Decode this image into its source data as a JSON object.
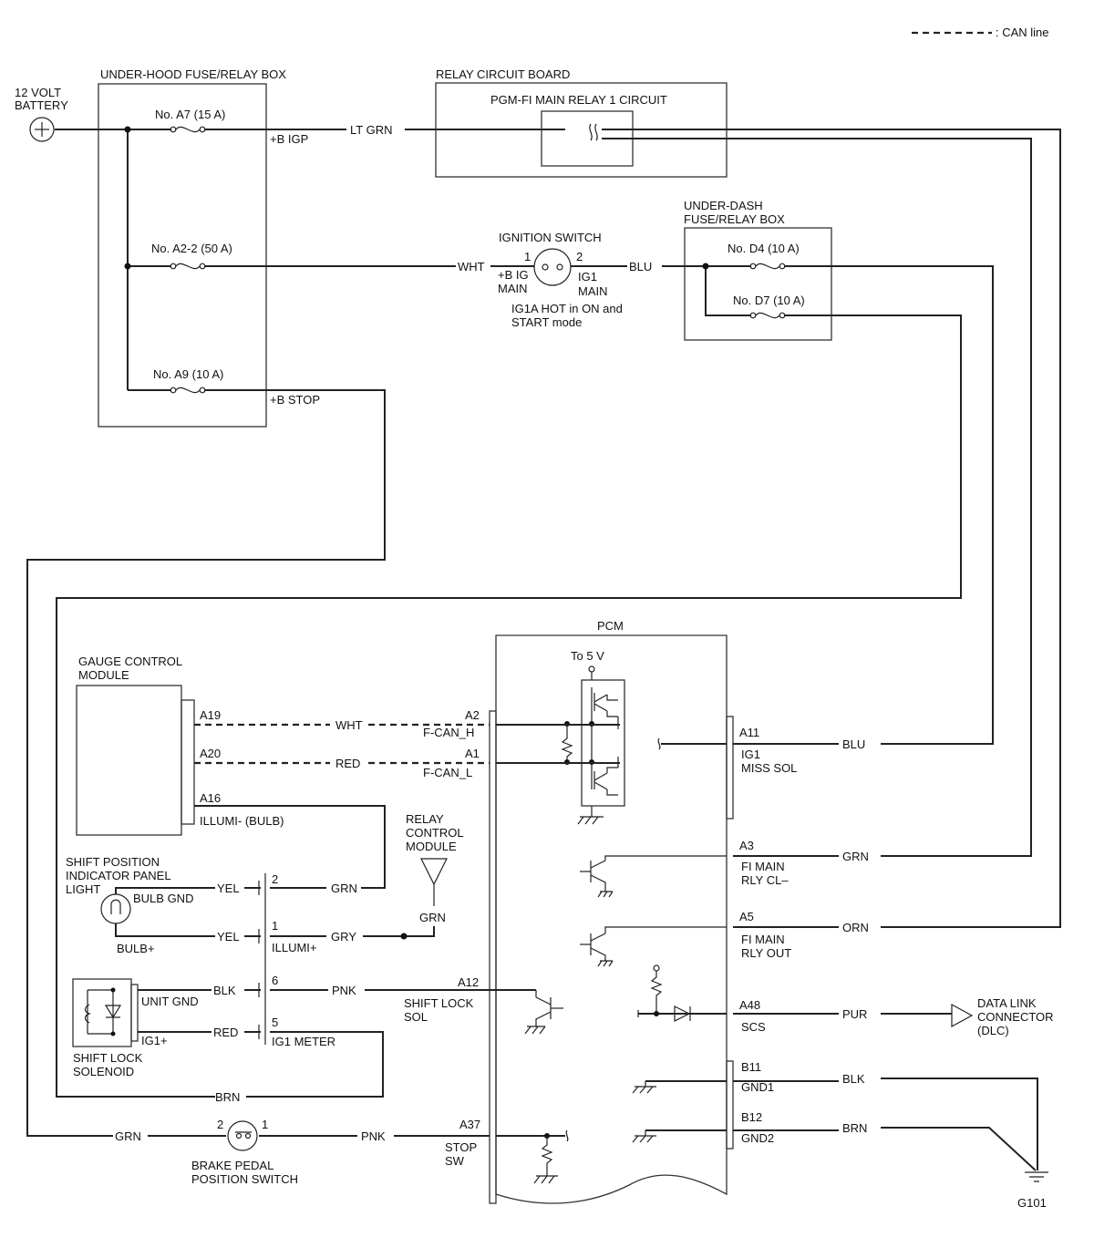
{
  "legend": {
    "can_line": ": CAN line"
  },
  "battery": {
    "line1": "12 VOLT",
    "line2": "BATTERY"
  },
  "under_hood_box": {
    "title": "UNDER-HOOD FUSE/RELAY BOX",
    "fuse_a7": "No. A7 (15 A)",
    "fuse_a2_2": "No. A2-2 (50 A)",
    "fuse_a9": "No. A9 (10 A)",
    "b_igp": "+B IGP",
    "b_stop": "+B STOP"
  },
  "relay_board": {
    "title": "RELAY CIRCUIT BOARD",
    "circuit": "PGM-FI MAIN RELAY 1 CIRCUIT"
  },
  "ignition_switch": {
    "title": "IGNITION SWITCH",
    "pin1": "1",
    "pin2": "2",
    "b_ig_1": "+B IG",
    "b_ig_2": "MAIN",
    "ig1_1": "IG1",
    "ig1_2": "MAIN",
    "note1": "IG1A HOT in ON and",
    "note2": "START mode"
  },
  "under_dash_box": {
    "title1": "UNDER-DASH",
    "title2": "FUSE/RELAY BOX",
    "fuse_d4": "No. D4 (10 A)",
    "fuse_d7": "No. D7 (10 A)"
  },
  "wires": {
    "lt_grn": "LT GRN",
    "wht_ign": "WHT",
    "blu_ign": "BLU",
    "wht_can": "WHT",
    "red_can": "RED",
    "yel_bulb_gnd": "YEL",
    "grn_pin2": "GRN",
    "yel_bulb_plus": "YEL",
    "gry_pin1": "GRY",
    "grn_relay": "GRN",
    "blk_pin6": "BLK",
    "pnk_pin6": "PNK",
    "red_pin5": "RED",
    "brn_return": "BRN",
    "grn_brake": "GRN",
    "pnk_brake": "PNK",
    "blu_pcm": "BLU",
    "grn_pcm": "GRN",
    "orn_pcm": "ORN",
    "pur_pcm": "PUR",
    "blk_pcm": "BLK",
    "brn_pcm": "BRN"
  },
  "pcm": {
    "title": "PCM",
    "to_5v": "To 5 V",
    "a2": "A2",
    "f_can_h": "F-CAN_H",
    "a1": "A1",
    "f_can_l": "F-CAN_L",
    "a12": "A12",
    "shift_lock_sol_1": "SHIFT LOCK",
    "shift_lock_sol_2": "SOL",
    "a37": "A37",
    "stop_sw_1": "STOP",
    "stop_sw_2": "SW",
    "a11": "A11",
    "ig1_miss_1": "IG1",
    "ig1_miss_2": "MISS SOL",
    "a3": "A3",
    "fi_cl_1": "FI MAIN",
    "fi_cl_2": "RLY CL–",
    "a5": "A5",
    "fi_out_1": "FI MAIN",
    "fi_out_2": "RLY OUT",
    "a48": "A48",
    "scs": "SCS",
    "b11": "B11",
    "gnd1": "GND1",
    "b12": "B12",
    "gnd2": "GND2"
  },
  "gauge": {
    "title1": "GAUGE CONTROL",
    "title2": "MODULE",
    "a19": "A19",
    "a20": "A20",
    "a16": "A16",
    "illumi_bulb": "ILLUMI- (BULB)"
  },
  "shift_indicator": {
    "title1": "SHIFT POSITION",
    "title2": "INDICATOR PANEL",
    "title3": "LIGHT",
    "bulb_gnd": "BULB GND",
    "bulb_plus": "BULB+"
  },
  "connector": {
    "pin2": "2",
    "pin1": "1",
    "illumi_plus": "ILLUMI+",
    "pin6": "6",
    "pin5": "5",
    "ig1_meter": "IG1 METER"
  },
  "relay_control": {
    "line1": "RELAY",
    "line2": "CONTROL",
    "line3": "MODULE"
  },
  "shift_lock_solenoid": {
    "unit_gnd": "UNIT GND",
    "ig1_plus": "IG1+",
    "title1": "SHIFT LOCK",
    "title2": "SOLENOID"
  },
  "brake_switch": {
    "pin2": "2",
    "pin1": "1",
    "title1": "BRAKE PEDAL",
    "title2": "POSITION SWITCH"
  },
  "dlc": {
    "line1": "DATA LINK",
    "line2": "CONNECTOR",
    "line3": "(DLC)"
  },
  "ground": {
    "g101": "G101"
  }
}
